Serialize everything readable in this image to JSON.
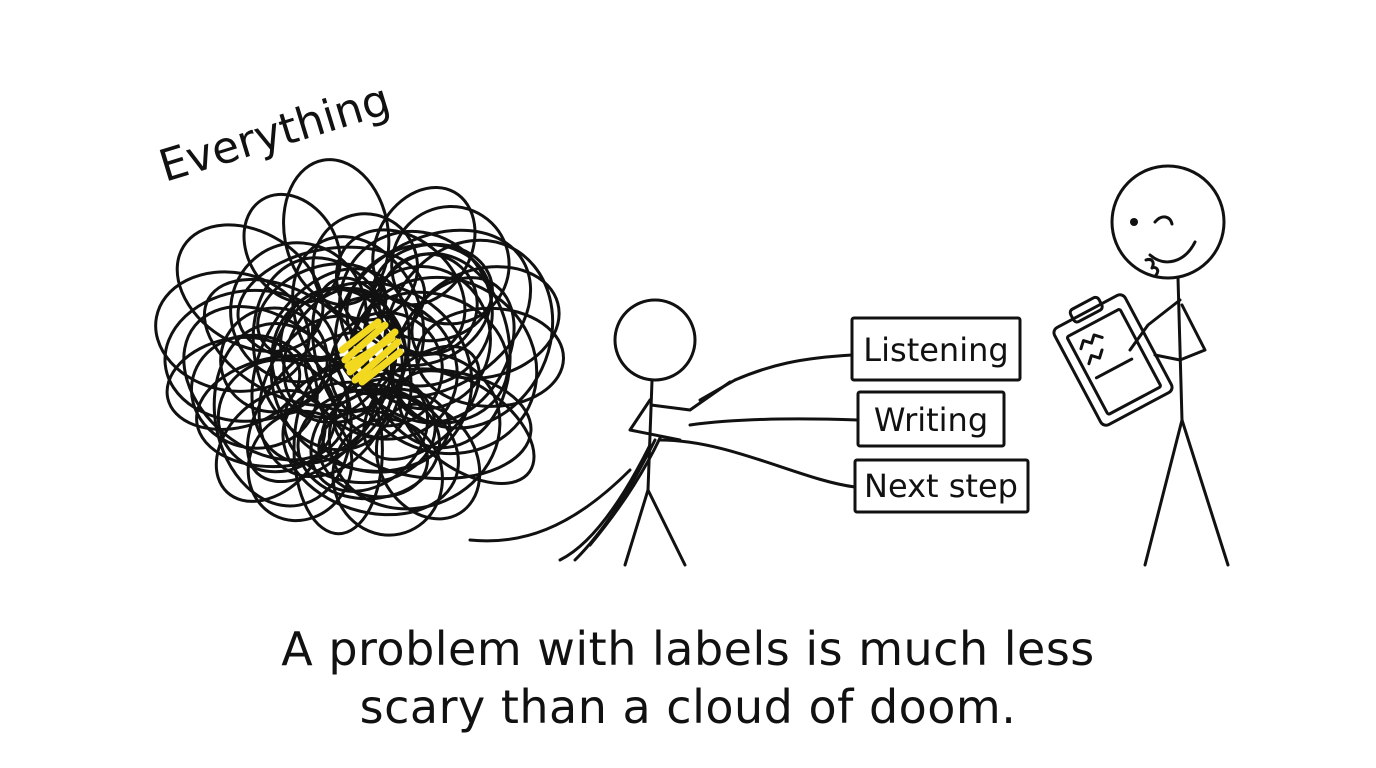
{
  "colors": {
    "ink": "#111111",
    "highlight": "#f2d81f",
    "background": "#ffffff"
  },
  "scribble_label": "Everything",
  "labels": [
    "Listening",
    "Writing",
    "Next step"
  ],
  "caption": {
    "line1": "A problem with labels is much less",
    "line2": "scary than a cloud of doom."
  },
  "icons": {
    "clipboard": "clipboard-icon"
  }
}
